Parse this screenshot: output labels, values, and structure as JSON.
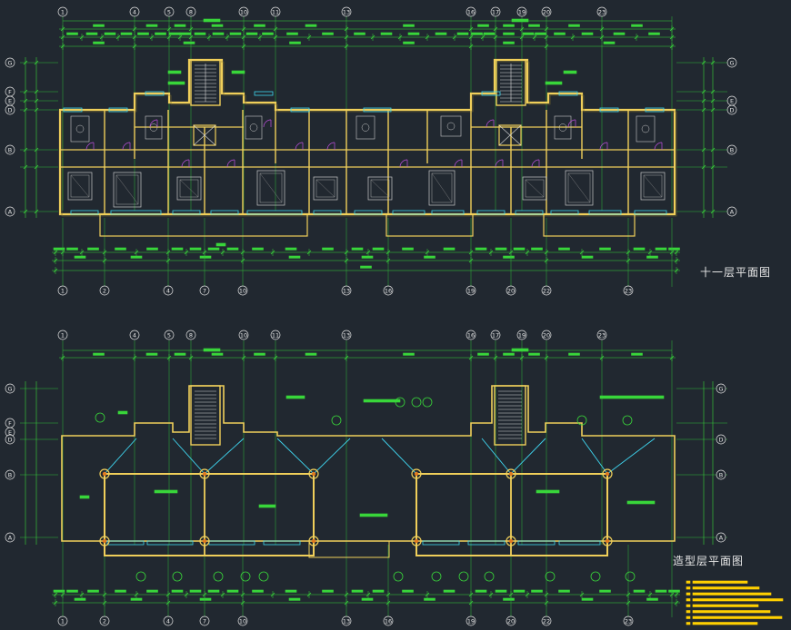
{
  "drawing": {
    "plan_upper": {
      "title": "十一层平面图",
      "axes_top": [
        "1",
        "4",
        "5",
        "8",
        "10",
        "11",
        "13",
        "16",
        "17",
        "19",
        "20",
        "23"
      ],
      "axes_bottom": [
        "1",
        "2",
        "4",
        "7",
        "10",
        "13",
        "16",
        "19",
        "20",
        "22",
        "23"
      ],
      "axes_left": [
        "G",
        "F",
        "E",
        "D",
        "B",
        "A"
      ],
      "axes_right": [
        "G",
        "E",
        "D",
        "B",
        "A"
      ]
    },
    "plan_lower": {
      "title": "造型层平面图",
      "axes_top": [
        "1",
        "4",
        "5",
        "8",
        "10",
        "11",
        "13",
        "16",
        "17",
        "19",
        "20",
        "23"
      ],
      "axes_bottom": [
        "1",
        "2",
        "4",
        "7",
        "10",
        "13",
        "16",
        "19",
        "20",
        "22",
        "23"
      ],
      "axes_left": [
        "G",
        "F",
        "E",
        "D",
        "B",
        "A"
      ],
      "axes_right": [
        "G",
        "D",
        "B",
        "A"
      ]
    }
  },
  "colors": {
    "background": "#212830",
    "dimension": "#39d63a",
    "wall": "#f0cf5a",
    "window": "#3fd6f0",
    "furniture": "#c8c8c8",
    "door": "#c050e0",
    "note": "#ffd000"
  }
}
